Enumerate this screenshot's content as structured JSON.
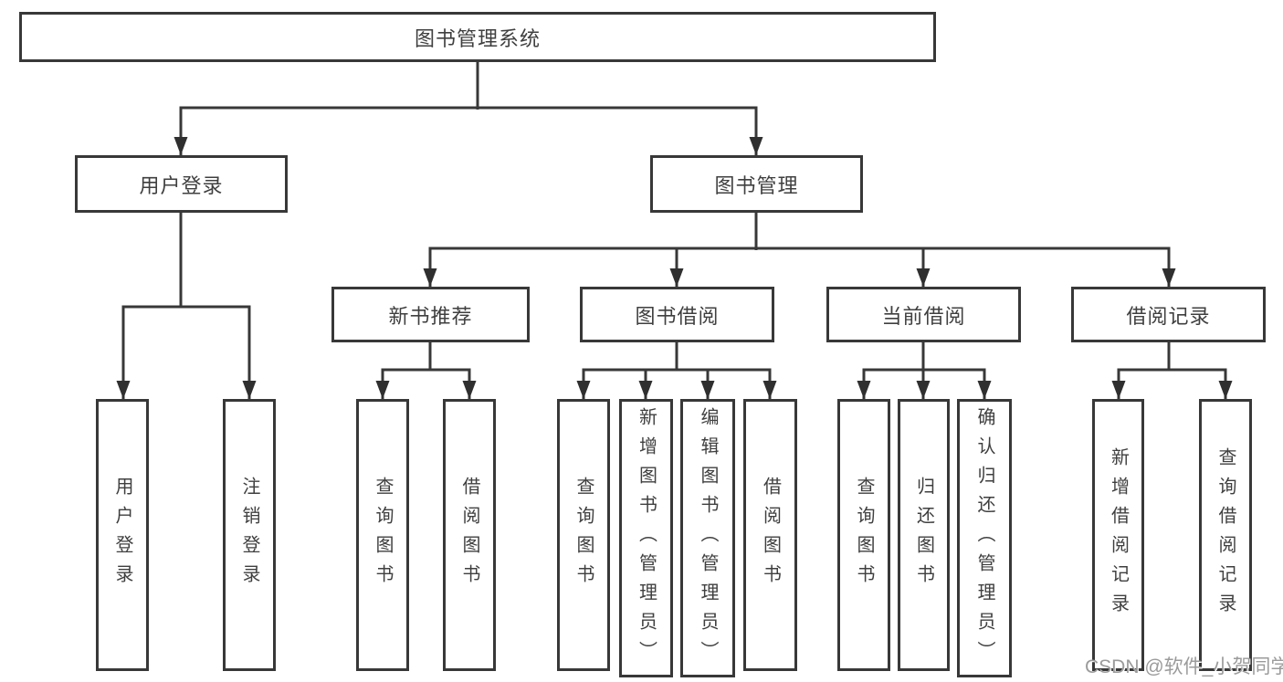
{
  "diagram": {
    "title": "图书管理系统",
    "branches": {
      "user_login": {
        "label": "用户登录",
        "children": [
          "用户登录",
          "注销登录"
        ]
      },
      "book_mgmt": {
        "label": "图书管理",
        "sections": [
          {
            "label": "新书推荐",
            "children": [
              "查询图书",
              "借阅图书"
            ]
          },
          {
            "label": "图书借阅",
            "children": [
              "查询图书",
              "新增图书（管理员）",
              "编辑图书（管理员）",
              "借阅图书"
            ]
          },
          {
            "label": "当前借阅",
            "children": [
              "查询图书",
              "归还图书",
              "确认归还（管理员）"
            ]
          },
          {
            "label": "借阅记录",
            "children": [
              "新增借阅记录",
              "查询借阅记录"
            ]
          }
        ]
      }
    }
  },
  "watermark": {
    "text": "CSDN @软件_小贺同学",
    "color": "#9b9b9b"
  },
  "colors": {
    "line": "#383838",
    "text": "#3f3f3f",
    "background": "#ffffff",
    "box_fill": "#ffffff"
  }
}
